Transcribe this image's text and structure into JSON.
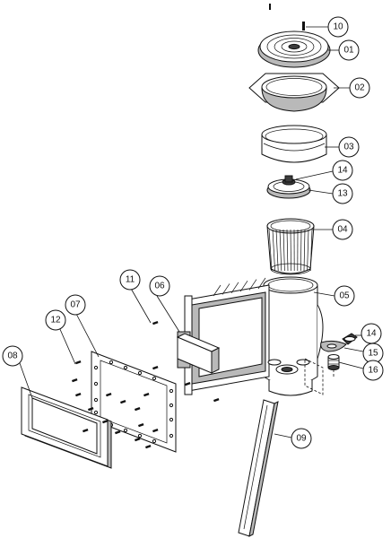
{
  "diagram": {
    "callouts": [
      {
        "id": "01",
        "label": "01"
      },
      {
        "id": "02",
        "label": "02"
      },
      {
        "id": "03",
        "label": "03"
      },
      {
        "id": "04",
        "label": "04"
      },
      {
        "id": "05",
        "label": "05"
      },
      {
        "id": "06",
        "label": "06"
      },
      {
        "id": "07",
        "label": "07"
      },
      {
        "id": "08",
        "label": "08"
      },
      {
        "id": "09",
        "label": "09"
      },
      {
        "id": "10",
        "label": "10"
      },
      {
        "id": "11",
        "label": "11"
      },
      {
        "id": "12",
        "label": "12"
      },
      {
        "id": "13",
        "label": "13"
      },
      {
        "id": "14a",
        "label": "14"
      },
      {
        "id": "14b",
        "label": "14"
      },
      {
        "id": "15",
        "label": "15"
      },
      {
        "id": "16",
        "label": "16"
      }
    ]
  }
}
